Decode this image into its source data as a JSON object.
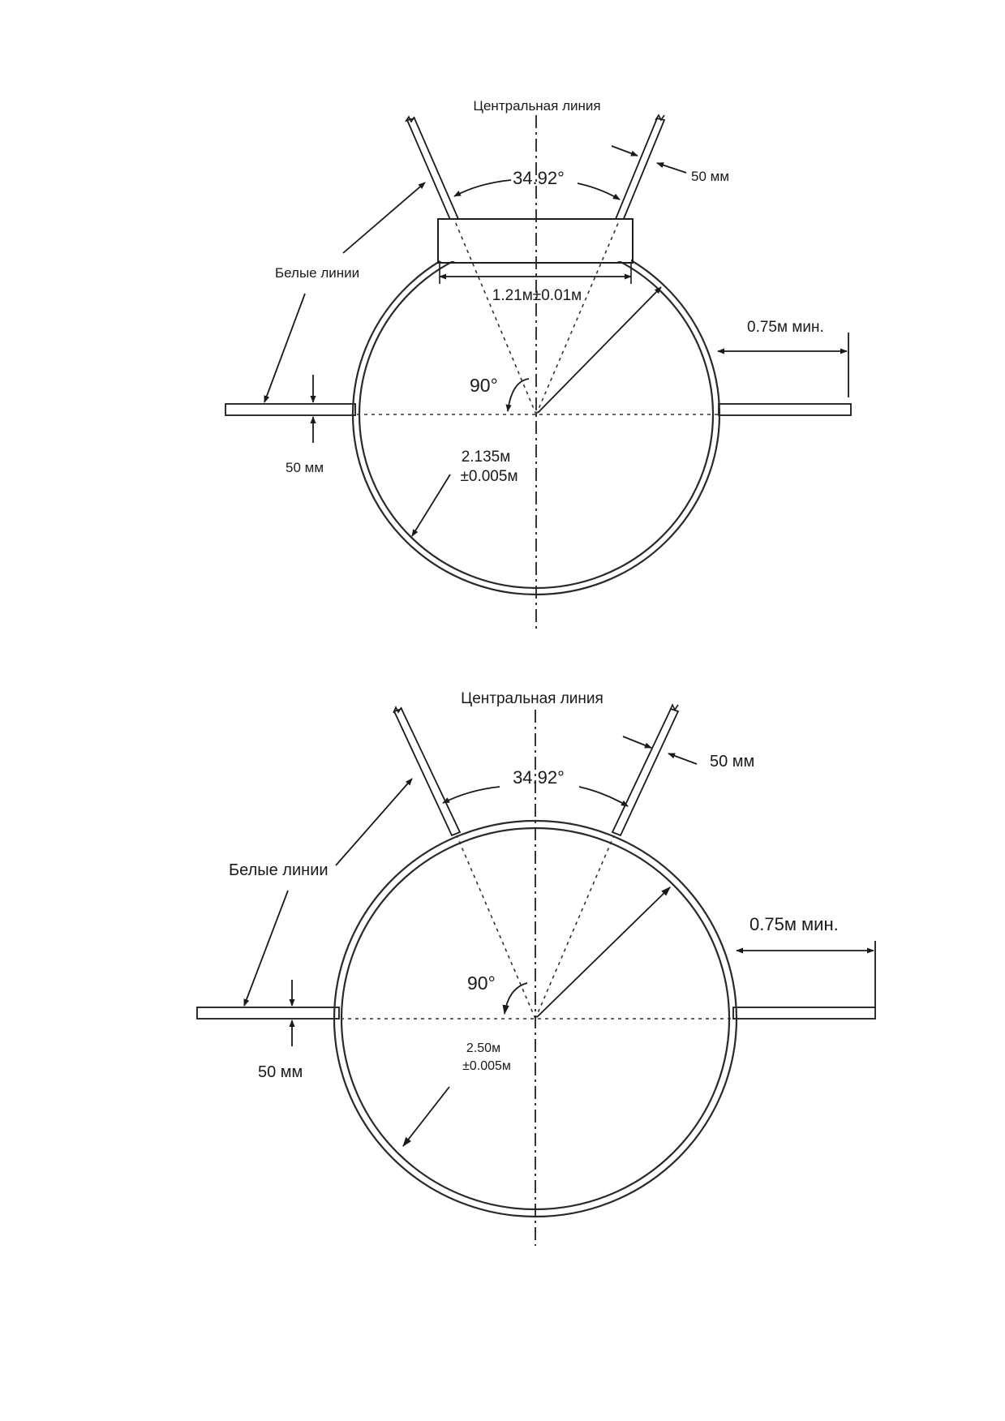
{
  "diagrams": [
    {
      "centerline_label": "Центральная линия",
      "sector_angle_label": "34.92°",
      "line_width_top_label": "50 мм",
      "white_lines_label": "Белые линии",
      "board_width_label": "1.21м±0.01м",
      "min_clearance_label": "0.75м мин.",
      "right_angle_label": "90°",
      "diameter_label_line1": "2.135м",
      "diameter_label_line2": "±0.005м",
      "line_width_left_label": "50 мм"
    },
    {
      "centerline_label": "Центральная линия",
      "sector_angle_label": "34.92°",
      "line_width_top_label": "50 мм",
      "white_lines_label": "Белые линии",
      "min_clearance_label": "0.75м мин.",
      "right_angle_label": "90°",
      "diameter_label_line1": "2.50м",
      "diameter_label_line2": "±0.005м",
      "line_width_left_label": "50 мм"
    }
  ]
}
